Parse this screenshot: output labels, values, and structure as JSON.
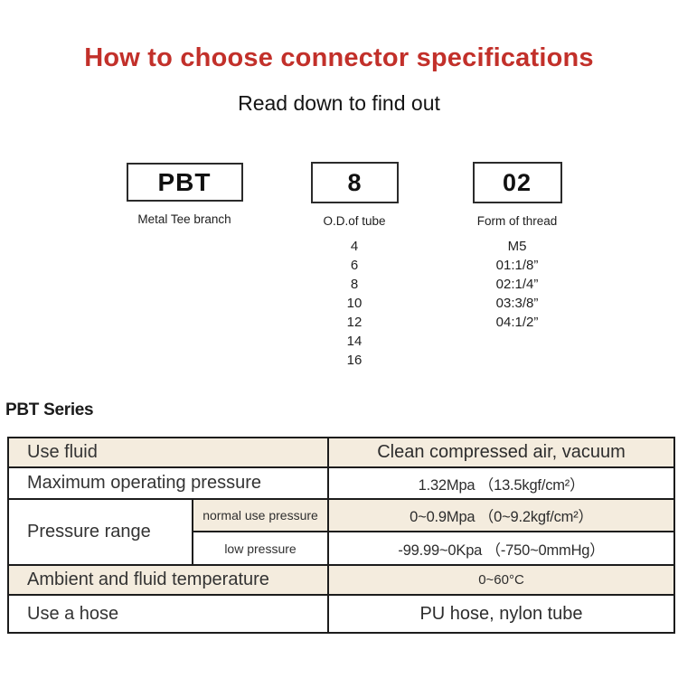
{
  "page": {
    "title": "How to choose connector specifications",
    "subtitle": "Read down to find out"
  },
  "chooser": {
    "columns": [
      {
        "code": "PBT",
        "label": "Metal Tee branch",
        "options": []
      },
      {
        "code": "8",
        "label": "O.D.of tube",
        "options": [
          "4",
          "6",
          "8",
          "10",
          "12",
          "14",
          "16"
        ]
      },
      {
        "code": "02",
        "label": "Form of thread",
        "options": [
          "M5",
          "01:1/8”",
          "02:1/4”",
          "03:3/8”",
          "04:1/2”"
        ]
      }
    ]
  },
  "series": {
    "heading": "PBT Series",
    "table": {
      "rows": [
        {
          "label": "Use fluid",
          "value": "Clean compressed air, vacuum"
        },
        {
          "label": "Maximum operating pressure",
          "value": "1.32Mpa （13.5kgf/cm²）"
        },
        {
          "label": "Pressure range",
          "sub": [
            {
              "label": "normal use pressure",
              "value": "0~0.9Mpa （0~9.2kgf/cm²）"
            },
            {
              "label": "low pressure",
              "value": "-99.99~0Kpa （-750~0mmHg）"
            }
          ]
        },
        {
          "label": "Ambient and fluid temperature",
          "value": "0~60°C"
        },
        {
          "label": "Use a hose",
          "value": "PU hose, nylon tube"
        }
      ]
    }
  },
  "colors": {
    "accent_red": "#c2302a",
    "row_beige": "#f4ecde",
    "table_border": "#1c1c1c",
    "box_border": "#2b2b2b"
  }
}
